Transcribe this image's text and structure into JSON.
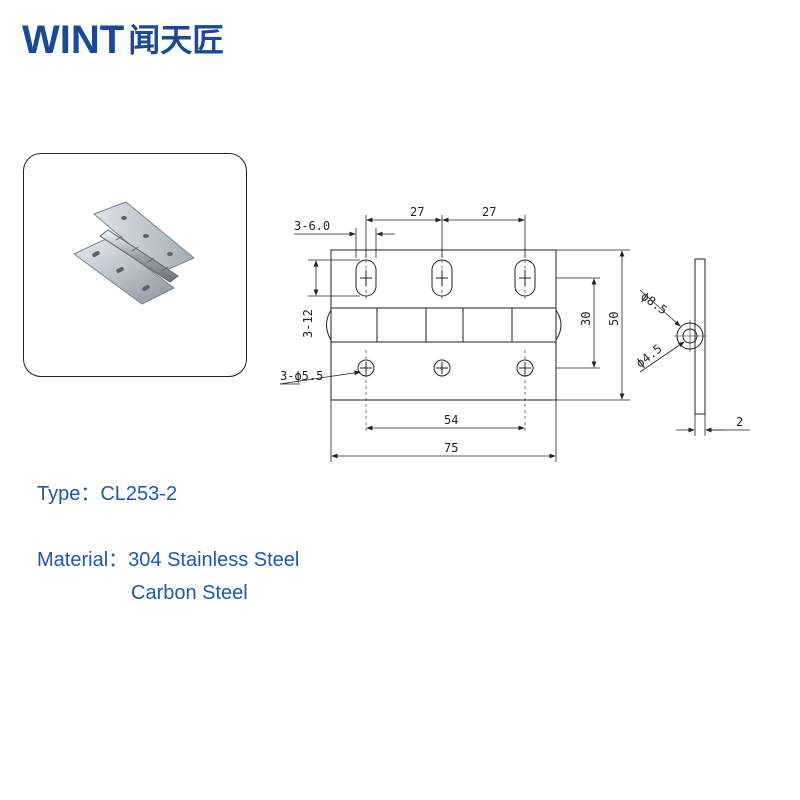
{
  "brand": {
    "latin": "WINT",
    "chinese": "闻天匠",
    "color": "#1a4a96"
  },
  "drawing_labels": {
    "slot_spec": "3-6.0",
    "slot_pitch_left": "27",
    "slot_pitch_right": "27",
    "slot_length": "3-12",
    "hole_spec": "3-ϕ5.5",
    "hole_span": "54",
    "overall_width": "75",
    "inner_height": "30",
    "overall_height": "50",
    "knuckle_outer": "ϕ8.5",
    "pin_dia": "ϕ4.5",
    "thickness": "2"
  },
  "specs": {
    "type_label": "Type：",
    "type_value": "CL253-2",
    "material_label": "Material：",
    "material_1": "304 Stainless Steel",
    "material_2": "Carbon Steel",
    "color": "#1c5aa6"
  }
}
